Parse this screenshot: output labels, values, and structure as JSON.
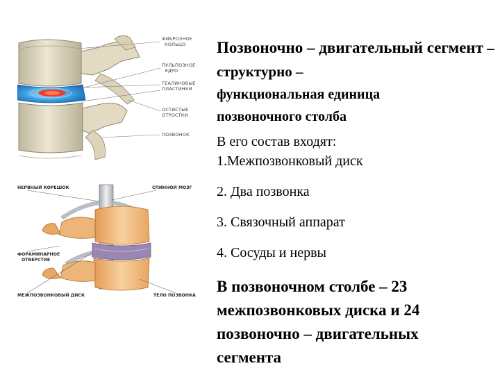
{
  "figure1": {
    "labels": [
      "ФИБРОЗНОЕ",
      "КОЛЬЦО",
      "ПУЛЬПОЗНОЕ",
      "ЯДРО",
      "ГЕАЛИНОВЫЕ",
      "ПЛАСТИНКИ",
      "ОСТИСТЫЕ",
      "ОТРОСТКИ",
      "ПОЗВОНОК"
    ]
  },
  "figure2": {
    "labels": [
      "НЕРВНЫЙ КОРЕШОК",
      "СПИННОЙ МОЗГ",
      "ФОРАМИНАРНОЕ",
      "ОТВЕРСТИЕ",
      "МЕЖПОЗВОНКОВЫЙ ДИСК",
      "ТЕЛО ПОЗВОНКА"
    ]
  },
  "heading": {
    "bold": "Позвоночно – двигательный сегмент",
    "rest": " – структурно –",
    "line2": "функциональная единица",
    "line3": "позвоночного столба"
  },
  "composition": {
    "intro": "В его состав входят:",
    "items": [
      "1.Межпозвонковый диск",
      "2. Два позвонка",
      "3. Связочный аппарат",
      "4. Сосуды и нервы"
    ]
  },
  "summary": {
    "lines": [
      "В позвоночном столбе – 23",
      "межпозвонковых диска и 24",
      "позвоночно – двигательных",
      "сегмента"
    ]
  },
  "colors": {
    "bone": "#e3dcc6",
    "disc_blue": "#2e8fd6",
    "nucleus_red": "#e52a1a",
    "body_orange": "#f1bb7a",
    "disc_purple": "#9c88b4",
    "cord_grey": "#c7cbcf"
  }
}
